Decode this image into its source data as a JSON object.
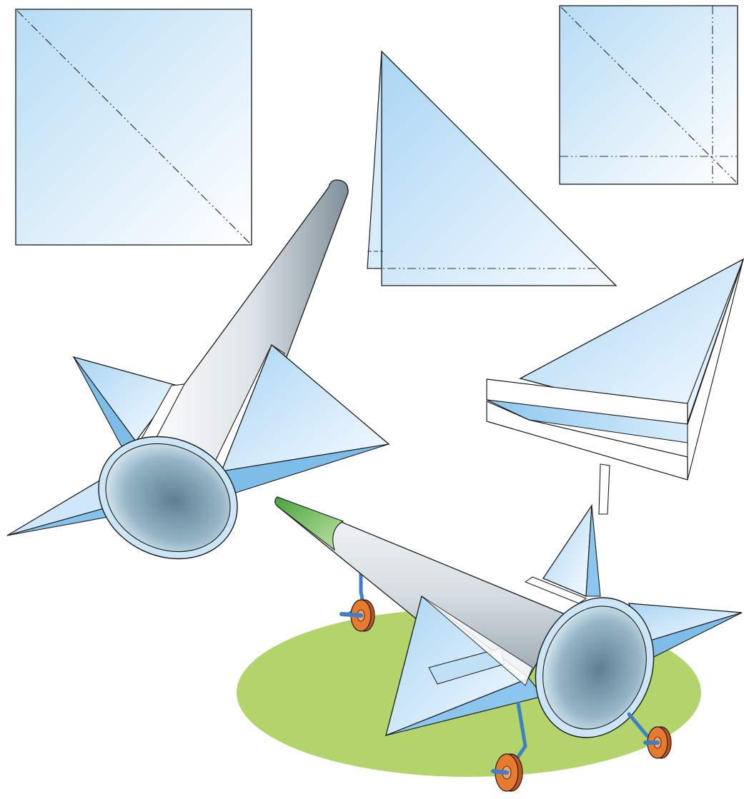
{
  "illustration": {
    "steps": [
      {
        "id": "square-with-diagonal-fold"
      },
      {
        "id": "folded-triangle"
      },
      {
        "id": "square-with-diagonal-and-edge-folds"
      },
      {
        "id": "folded-fin"
      },
      {
        "id": "assembled-rocket"
      },
      {
        "id": "rocket-on-wheels"
      }
    ],
    "colors": {
      "paper_light": "#ffffff",
      "paper_blue": "#bfe0f5",
      "paper_mid": "#8fc8ee",
      "body_grey": "#9aa7b0",
      "nozzle_dark": "#6f8fa0",
      "nose_green": "#5fb04a",
      "ground_green": "#b3d36b",
      "wheel_orange": "#e67a2e",
      "axle_blue": "#3f7fc4",
      "outline": "#1a1a1a"
    }
  }
}
